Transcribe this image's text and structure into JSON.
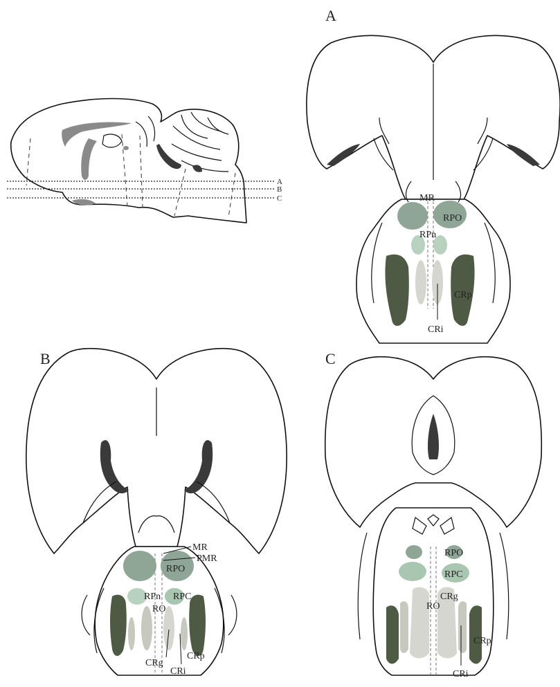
{
  "colors": {
    "crp": "#4f5a45",
    "rpo": "#8fa697",
    "rpn": "#b9d2bf",
    "rpc": "#a9c6b1",
    "cri": "#d6d6d0",
    "crg": "#c7c9bf",
    "ventricle": "#3a3a3a",
    "sagittal_fill": "#8a8a8a"
  },
  "sagittal": {
    "plane_labels": [
      "A",
      "B",
      "C"
    ]
  },
  "panels": [
    {
      "letter": "A",
      "regions": {
        "mr": "MR",
        "rpo": "RPO",
        "rpn": "RPn",
        "crp": "CRp",
        "cri": "CRi"
      }
    },
    {
      "letter": "B",
      "regions": {
        "mr": "MR",
        "pmr": "PMR",
        "rpo": "RPO",
        "rpn": "RPn",
        "rpc": "RPC",
        "ro": "RO",
        "crg": "CRg",
        "cri": "CRi",
        "crp": "CRp"
      }
    },
    {
      "letter": "C",
      "regions": {
        "rpo": "RPO",
        "rpc": "RPC",
        "ro": "RO",
        "crg": "CRg",
        "crp": "CRp",
        "cri": "CRi"
      }
    }
  ]
}
